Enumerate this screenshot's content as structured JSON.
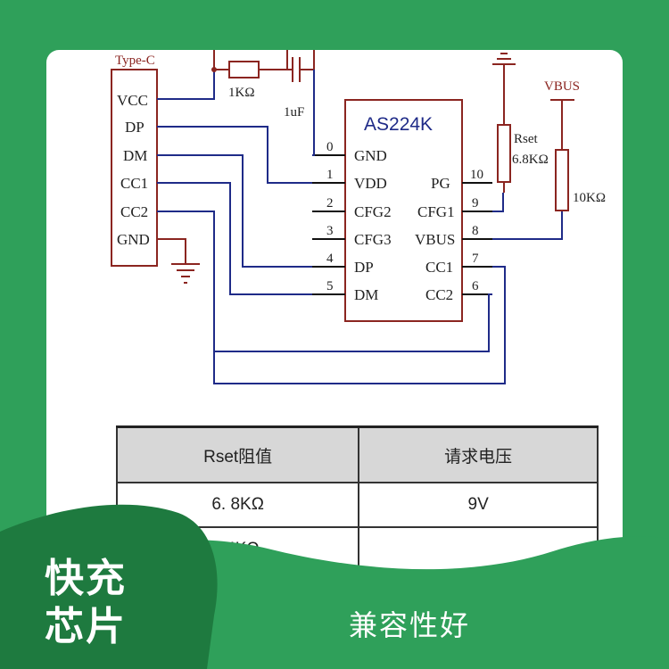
{
  "schematic": {
    "connector_title": "Type-C",
    "connector_pins": [
      "VCC",
      "DP",
      "DM",
      "CC1",
      "CC2",
      "GND"
    ],
    "resistor_1k": "1KΩ",
    "capacitor": "1uF",
    "chip_name": "AS224K",
    "chip_left_pins": [
      {
        "num": "0",
        "label": "GND"
      },
      {
        "num": "1",
        "label": "VDD"
      },
      {
        "num": "2",
        "label": "CFG2"
      },
      {
        "num": "3",
        "label": "CFG3"
      },
      {
        "num": "4",
        "label": "DP"
      },
      {
        "num": "5",
        "label": "DM"
      }
    ],
    "chip_right_pins": [
      {
        "num": "10",
        "label": "PG"
      },
      {
        "num": "9",
        "label": "CFG1"
      },
      {
        "num": "8",
        "label": "VBUS"
      },
      {
        "num": "7",
        "label": "CC1"
      },
      {
        "num": "6",
        "label": "CC2"
      }
    ],
    "rset_name": "Rset",
    "rset_value": "6.8KΩ",
    "vbus_label": "VBUS",
    "resistor_10k": "10KΩ"
  },
  "table": {
    "headers": [
      "Rset阻值",
      "请求电压"
    ],
    "rows": [
      [
        "6. 8KΩ",
        "9V"
      ],
      [
        "24KΩ",
        ""
      ]
    ]
  },
  "promo": {
    "title_line1": "快充",
    "title_line2": "芯片",
    "tagline": "兼容性好"
  },
  "colors": {
    "background_green": "#2fa05a",
    "dark_green": "#1e7a3f",
    "schematic_red": "#8b2520",
    "schematic_blue": "#1f2b88"
  }
}
